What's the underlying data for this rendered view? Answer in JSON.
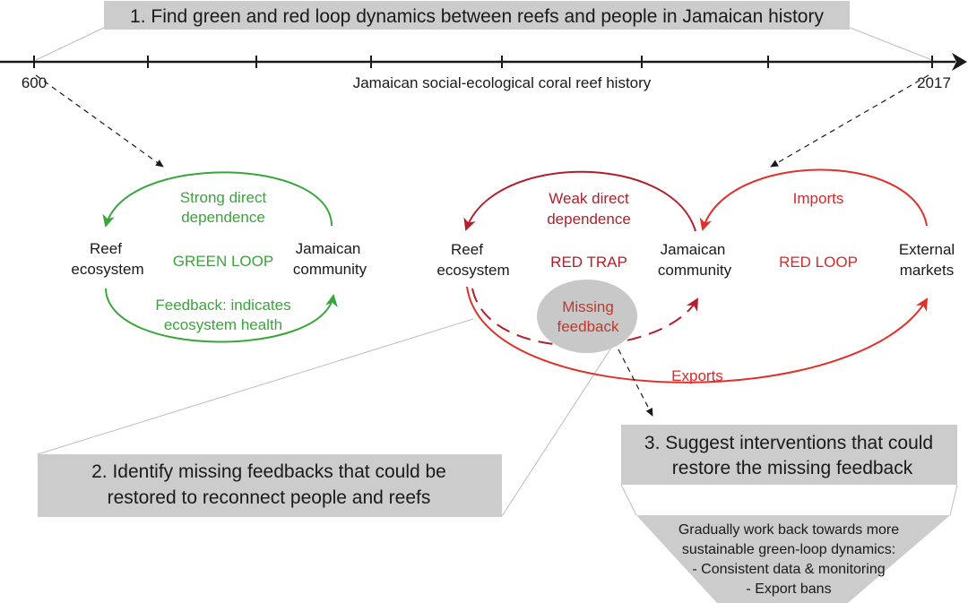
{
  "step1": {
    "text": "1. Find green and red loop dynamics between reefs and people in Jamaican history"
  },
  "timeline": {
    "start_label": "600",
    "end_label": "2017",
    "caption": "Jamaican social-ecological coral reef history"
  },
  "green_loop": {
    "reef_line1": "Reef",
    "reef_line2": "ecosystem",
    "community_line1": "Jamaican",
    "community_line2": "community",
    "top_line1": "Strong direct",
    "top_line2": "dependence",
    "center": "GREEN LOOP",
    "bottom_line1": "Feedback: indicates",
    "bottom_line2": "ecosystem health"
  },
  "red_side": {
    "reef_line1": "Reef",
    "reef_line2": "ecosystem",
    "community_line1": "Jamaican",
    "community_line2": "community",
    "markets_line1": "External",
    "markets_line2": "markets",
    "weak_line1": "Weak direct",
    "weak_line2": "dependence",
    "red_trap": "RED TRAP",
    "imports": "Imports",
    "red_loop": "RED LOOP",
    "exports": "Exports",
    "missing_line1": "Missing",
    "missing_line2": "feedback"
  },
  "step2": {
    "line1": "2. Identify missing feedbacks that could be",
    "line2": "restored to reconnect people and reefs"
  },
  "step3": {
    "line1": "3. Suggest interventions that could",
    "line2": "restore the missing feedback",
    "detail_line1": "Gradually work back towards more",
    "detail_line2": "sustainable green-loop dynamics:",
    "detail_line3": "- Consistent data & monitoring",
    "detail_line4": "- Export bans"
  },
  "colors": {
    "green": "#3aa53a",
    "red": "#e0302a",
    "dark_red": "#b01f2a",
    "box_gray": "#cccccc",
    "bubble_gray": "#c8c8c8"
  }
}
